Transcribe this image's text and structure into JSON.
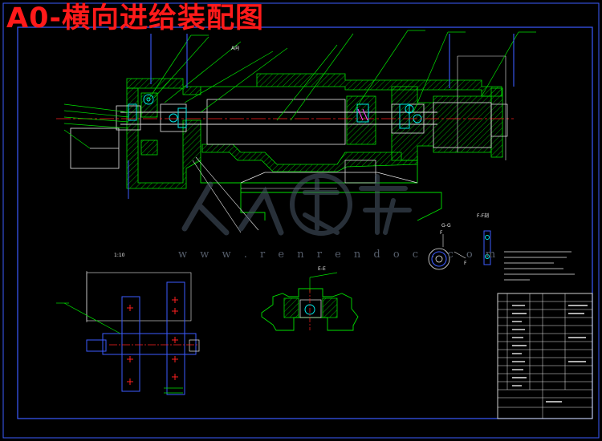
{
  "title": "A0-横向进给装配图",
  "watermark": {
    "url": "w w w . r e n r e n d o c . c o m"
  },
  "section_labels": {
    "ee": "E-E",
    "gg": "G-G",
    "ff": "F-F剖",
    "view_a": "A向",
    "scale": "1:10",
    "f": "F"
  },
  "colors": {
    "frame": "#3b5bff",
    "outline": "#00e000",
    "dimension": "#e8e8e8",
    "centerline": "#ff2020",
    "title": "#ff1a1a"
  }
}
